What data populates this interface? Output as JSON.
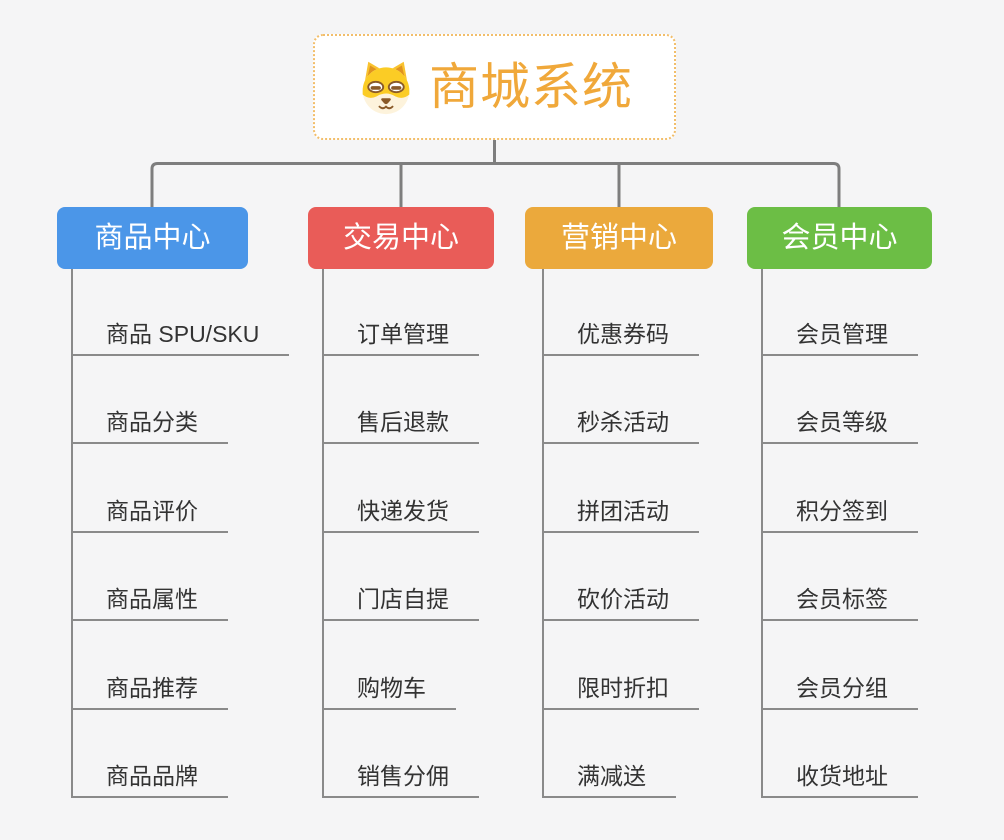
{
  "root": {
    "title": "商城系统",
    "icon": "dog-face-icon"
  },
  "branches": [
    {
      "label": "商品中心",
      "color": "#4b96e8",
      "children": [
        "商品 SPU/SKU",
        "商品分类",
        "商品评价",
        "商品属性",
        "商品推荐",
        "商品品牌"
      ]
    },
    {
      "label": "交易中心",
      "color": "#e95c58",
      "children": [
        "订单管理",
        "售后退款",
        "快递发货",
        "门店自提",
        "购物车",
        "销售分佣"
      ]
    },
    {
      "label": "营销中心",
      "color": "#ebа93c",
      "children": [
        "优惠券码",
        "秒杀活动",
        "拼团活动",
        "砍价活动",
        "限时折扣",
        "满减送"
      ]
    },
    {
      "label": "会员中心",
      "color": "#6cbe45",
      "children": [
        "会员管理",
        "会员等级",
        "积分签到",
        "会员标签",
        "会员分组",
        "收货地址"
      ]
    }
  ],
  "colors": {
    "background": "#f5f5f6",
    "root_text": "#f0a83a",
    "root_border": "#f2be6b",
    "connector": "#7e7e7e",
    "leaf_line": "#8a8a8a",
    "leaf_text": "#333333"
  }
}
